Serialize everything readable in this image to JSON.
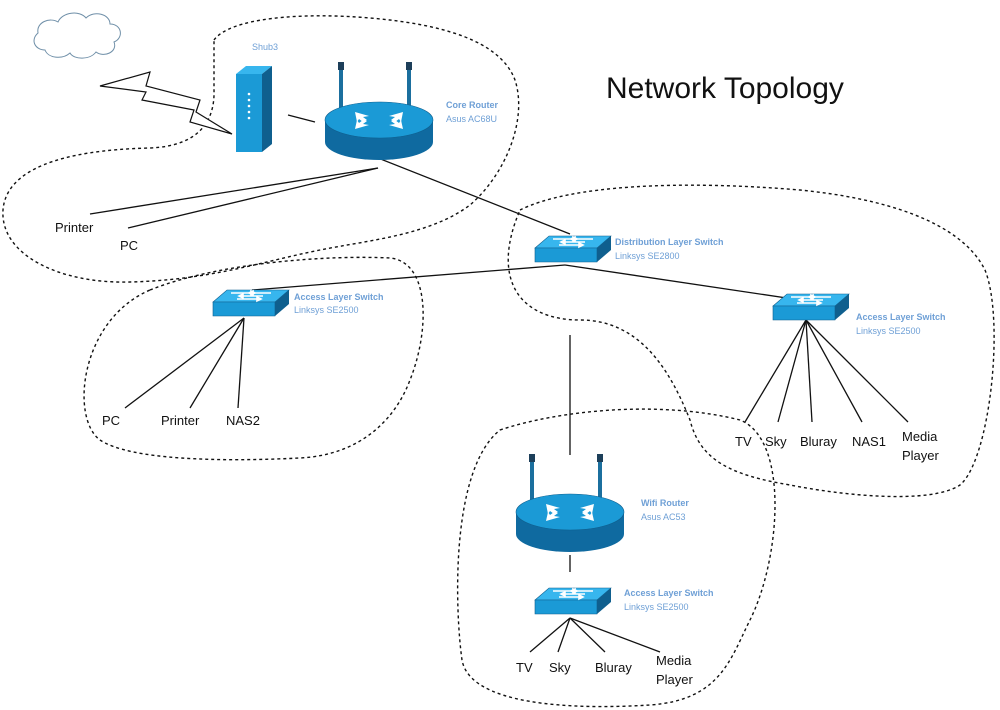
{
  "title": "Network Topology",
  "colors": {
    "device_blue": "#1b9ad6",
    "device_dark": "#0f5f8e",
    "device_top": "#37b6ee",
    "label_blue": "#6fa0d6"
  },
  "modem": {
    "name": "Shub3",
    "icon": "modem-icon"
  },
  "core_router": {
    "name": "Core Router",
    "model": "Asus AC68U",
    "icon": "router-icon"
  },
  "distribution_switch": {
    "name": "Distribution Layer Switch",
    "model": "Linksys SE2800",
    "icon": "switch-icon"
  },
  "access_switch_left": {
    "name": "Access Layer Switch",
    "model": "Linksys SE2500",
    "icon": "switch-icon"
  },
  "access_switch_right": {
    "name": "Access Layer Switch",
    "model": "Linksys SE2500",
    "icon": "switch-icon"
  },
  "wifi_router": {
    "name": "Wifi Router",
    "model": "Asus AC53",
    "icon": "router-icon"
  },
  "access_switch_bottom": {
    "name": "Access Layer Switch",
    "model": "Linksys SE2500",
    "icon": "switch-icon"
  },
  "core_clients": [
    "Printer",
    "PC"
  ],
  "left_clients": [
    "PC",
    "Printer",
    "NAS2"
  ],
  "right_clients": [
    "TV",
    "Sky",
    "Bluray",
    "NAS1",
    "Media",
    "Player"
  ],
  "bottom_clients": [
    "TV",
    "Sky",
    "Bluray",
    "Media",
    "Player"
  ],
  "cloud_icon": "cloud-icon",
  "lightning_icon": "lightning-icon"
}
